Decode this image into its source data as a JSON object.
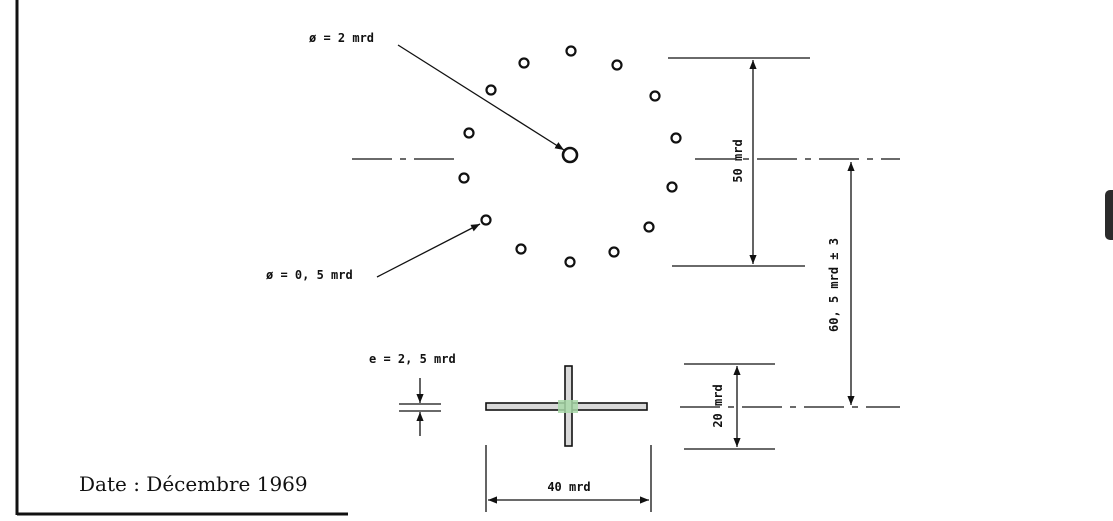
{
  "labels": {
    "big_hole": "ø = 2 mrd",
    "small_hole": "ø = 0, 5 mrd",
    "thickness": "e = 2, 5 mrd",
    "dim_50": "50 mrd",
    "dim_60": "60, 5 mrd ± 3",
    "dim_20": "20 mrd",
    "dim_40": "40 mrd"
  },
  "footer": {
    "date": "Date : Décembre 1969"
  },
  "colors": {
    "ink": "#111111",
    "cross_center": "#a8d8a8",
    "bar_fill": "#d9d9d9"
  }
}
